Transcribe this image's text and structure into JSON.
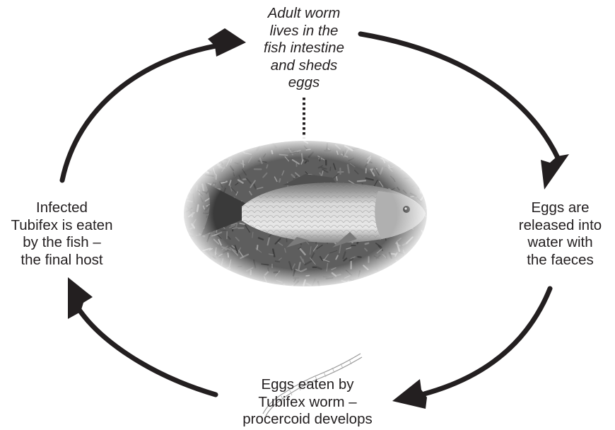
{
  "stages": {
    "top": {
      "lines": [
        "Adult worm",
        "lives in the",
        "fish intestine",
        "and sheds",
        "eggs"
      ]
    },
    "right": {
      "lines": [
        "Eggs are",
        "released into",
        "water with",
        "the faeces"
      ]
    },
    "bottom": {
      "lines": [
        "Eggs eaten by",
        "Tubifex worm –",
        "procercoid develops"
      ]
    },
    "left": {
      "lines": [
        "Infected",
        "Tubifex is eaten",
        "by the fish –",
        "the final host"
      ]
    }
  },
  "colors": {
    "text": "#231f20",
    "arrow": "#231f20",
    "grass": "#5e5e5e",
    "fish_body": "#c8c8c8"
  },
  "icons": {
    "center_image": "fish-on-grass-photo",
    "worm": "tubifex-worm-sketch"
  }
}
